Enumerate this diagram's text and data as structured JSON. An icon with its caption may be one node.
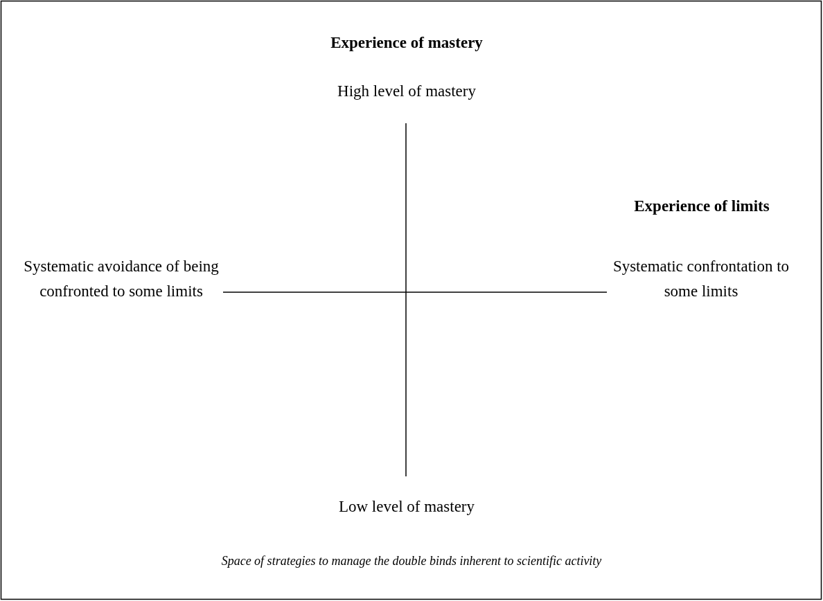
{
  "diagram": {
    "caption": "Space of strategies to manage the double binds inherent to scientific activity",
    "labels": [
      "Experience of mastery",
      "High level of mastery",
      "Experience of limits",
      "Systematic avoidance of being confronted to some limits",
      "Systematic confrontation to some limits",
      "Low level of mastery"
    ]
  }
}
